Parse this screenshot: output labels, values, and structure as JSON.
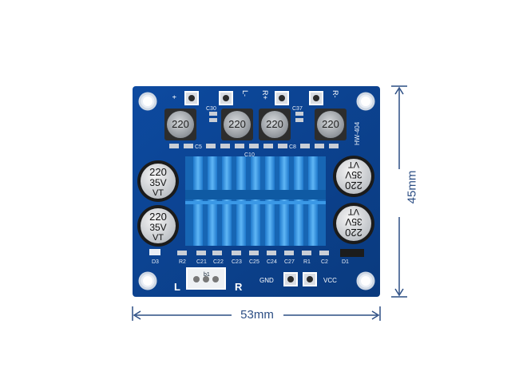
{
  "board": {
    "model": "HW-404",
    "pin_plus_left": "+",
    "pin_minus_left": "L-",
    "pin_plus_right": "R+",
    "pin_minus_right": "R-",
    "gnd": "GND",
    "vcc": "VCC",
    "left_label": "L",
    "right_label": "R",
    "connector_label": "b1"
  },
  "caps_small": [
    "220",
    "220",
    "220",
    "220"
  ],
  "caps_big": {
    "value": "220",
    "voltage": "35V",
    "suffix": "VT"
  },
  "silkscreen": {
    "c30": "C30",
    "c37": "C37",
    "c5": "C5",
    "c8": "C8",
    "c10": "C10",
    "bottom_labels": [
      "D3",
      "R2",
      "C21",
      "C22",
      "C23",
      "C25",
      "C24",
      "C27",
      "R1",
      "C2",
      "D1"
    ]
  },
  "dimensions": {
    "width": "53mm",
    "height": "45mm"
  },
  "colors": {
    "pcb": "#0b3f88",
    "heatsink": "#2a8de0",
    "dimension_line": "#2c4e84"
  }
}
